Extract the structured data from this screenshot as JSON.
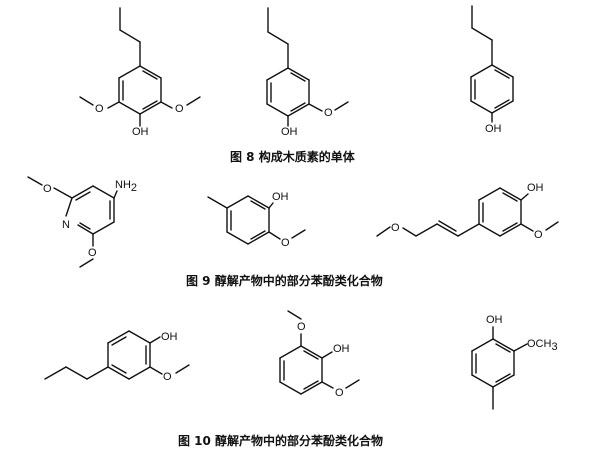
{
  "captions": {
    "fig8": "图 8  构成木质素的单体",
    "fig9": "图 9  醇解产物中的部分苯酚类化合物",
    "fig10": "图 10  醇解产物中的部分苯酚类化合物"
  },
  "labels": {
    "oh": "OH",
    "o": "O",
    "n": "N",
    "nh2_main": "NH",
    "nh2_sub": "2",
    "och3_main": "OCH",
    "och3_sub": "3"
  }
}
